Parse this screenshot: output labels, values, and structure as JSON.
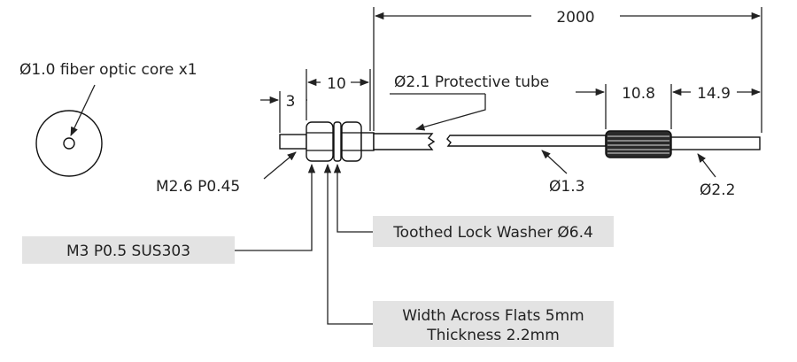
{
  "labels": {
    "core": "Ø1.0 fiber optic core x1",
    "protective_tube": "Ø2.1 Protective tube",
    "thread_m26": "M2.6 P0.45",
    "dia_13": "Ø1.3",
    "dia_22": "Ø2.2",
    "m3_box": "M3 P0.5 SUS303",
    "washer_box": "Toothed Lock Washer Ø6.4",
    "flats_line1": "Width Across Flats 5mm",
    "flats_line2": "Thickness 2.2mm"
  },
  "dimensions": {
    "total_length": "2000",
    "thread_end": "3",
    "nut_span": "10",
    "sleeve_length": "10.8",
    "tip_length": "14.9"
  },
  "colors": {
    "line": "#222222",
    "label_box": "#e3e3e3",
    "background": "#ffffff"
  }
}
